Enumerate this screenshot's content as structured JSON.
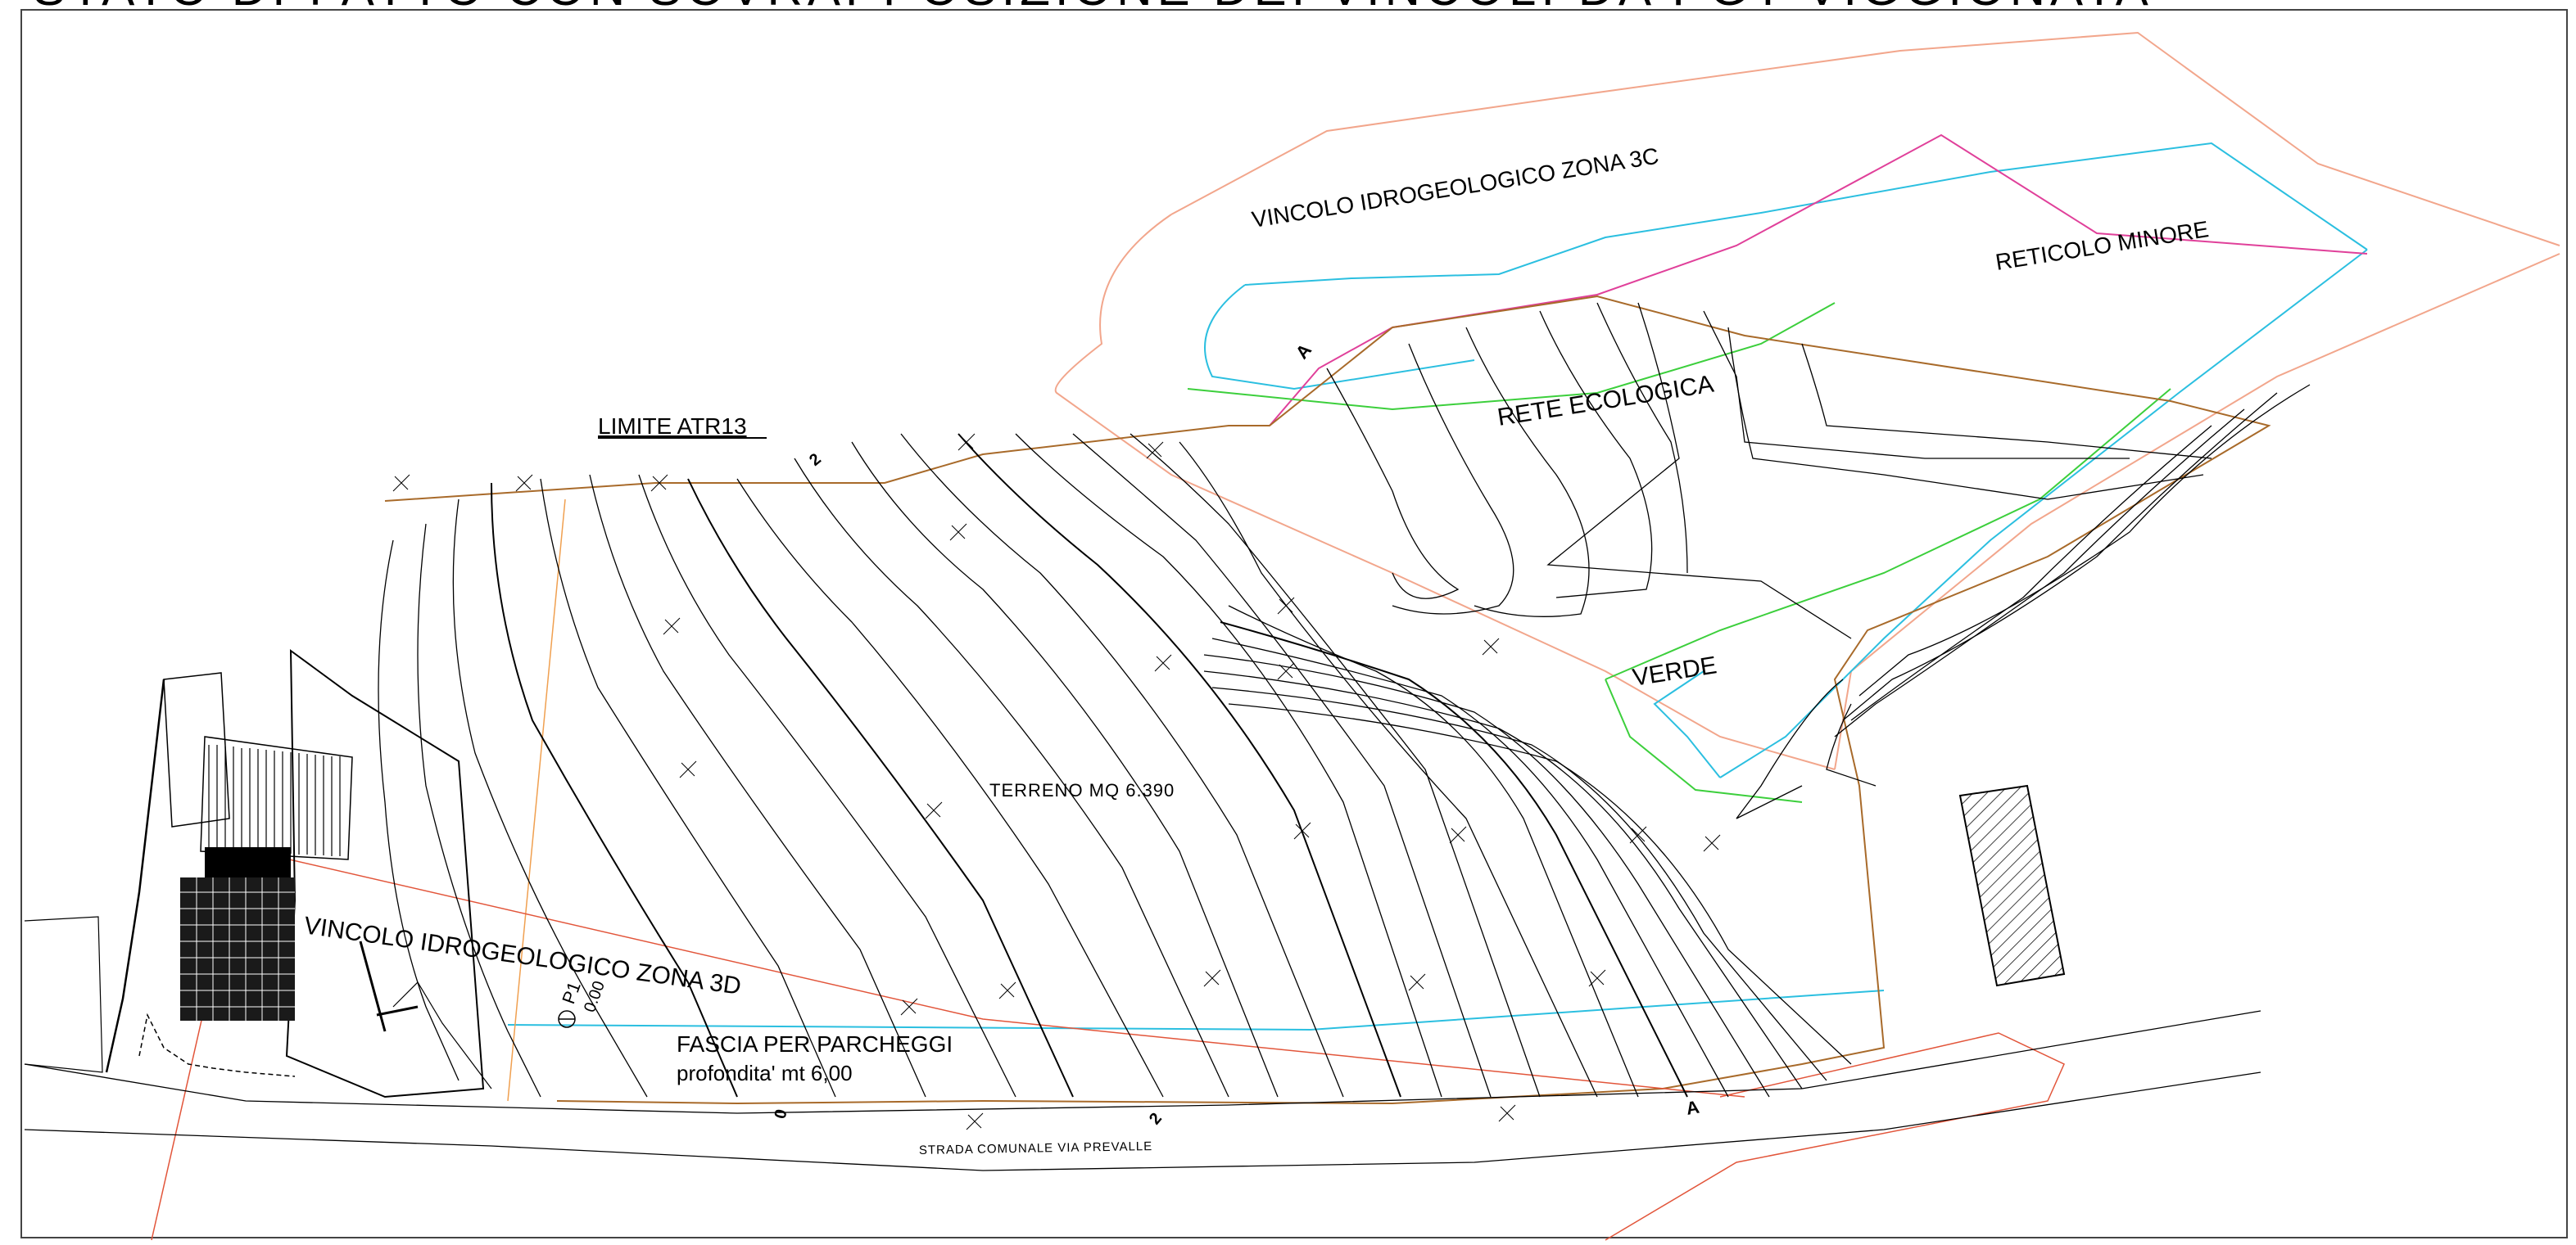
{
  "title": "STATO DI FATTO CON SOVRAPPOSIZIONE DEI VINCOLI DA PGT VIGGIONATA",
  "labels": {
    "zona3c": "VINCOLO IDROGEOLOGICO ZONA 3C",
    "reticolo": "RETICOLO MINORE",
    "rete": "RETE ECOLOGICA",
    "limite": "LIMITE ATR13",
    "verde": "VERDE",
    "terreno": "TERRENO  MQ  6.390",
    "zona3d": "VINCOLO IDROGEOLOGICO ZONA 3D",
    "fascia": "FASCIA PER PARCHEGGI",
    "profondita": "profondita' mt 6,00",
    "strada": "STRADA COMUNALE VIA PREVALLE",
    "p1": "P1",
    "p1_value": "0.00",
    "marker_a1": "A",
    "marker_a2": "A",
    "marker_2a": "2",
    "marker_2b": "2",
    "marker_0": "0"
  },
  "colors": {
    "contour": "#000000",
    "vincolo": "#f2a68c",
    "reticolo": "#2bbfe0",
    "rete_ecologica": "#3ccf3c",
    "limite_atr13": "#a86a2a",
    "pink": "#e0409a",
    "strada_red": "#e2553a",
    "frame": "#444444"
  }
}
